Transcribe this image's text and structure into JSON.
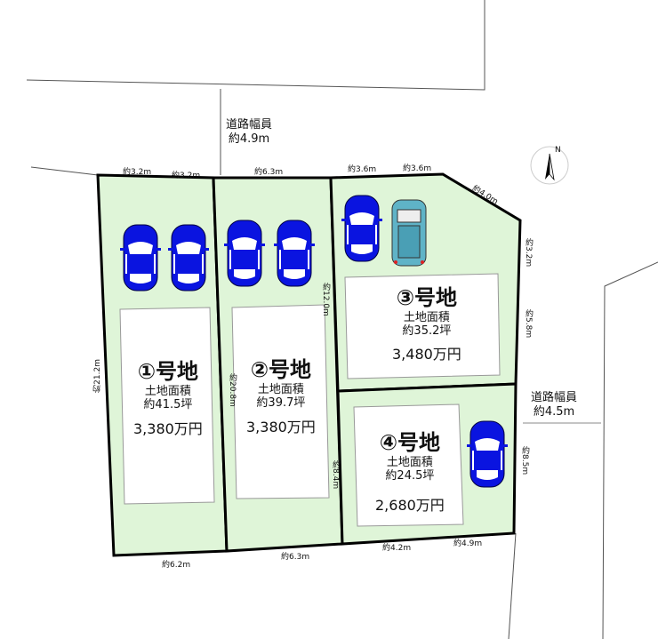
{
  "roads": {
    "north": {
      "label": "道路幅員",
      "width": "約4.9m"
    },
    "east": {
      "label": "道路幅員",
      "width": "約4.5m"
    }
  },
  "compass": {
    "label": "N"
  },
  "lots": [
    {
      "name": "①号地",
      "area_label": "土地面積",
      "area": "約41.5坪",
      "price": "3,380万円"
    },
    {
      "name": "②号地",
      "area_label": "土地面積",
      "area": "約39.7坪",
      "price": "3,380万円"
    },
    {
      "name": "③号地",
      "area_label": "土地面積",
      "area": "約35.2坪",
      "price": "3,480万円"
    },
    {
      "name": "④号地",
      "area_label": "土地面積",
      "area": "約24.5坪",
      "price": "2,680万円"
    }
  ],
  "dimensions": {
    "top_1a": "約3.2m",
    "top_1b": "約3.2m",
    "top_2": "約6.3m",
    "top_3a": "約3.6m",
    "top_3b": "約3.6m",
    "diag_3": "約4.0m",
    "right_3a": "約3.2m",
    "right_3b": "約5.8m",
    "right_4": "約8.5m",
    "left_1": "約21.2m",
    "left_2": "約20.8m",
    "div_23a": "約12.0m",
    "div_23b": "約8.4m",
    "bottom_1": "約6.2m",
    "bottom_2": "約6.3m",
    "bottom_4a": "約4.2m",
    "bottom_4b": "約4.9m"
  },
  "colors": {
    "lot_fill": "#dff5d8",
    "car_blue": "#0a14e0",
    "car_teal": "#5fb3c7",
    "boundary": "#000000"
  }
}
